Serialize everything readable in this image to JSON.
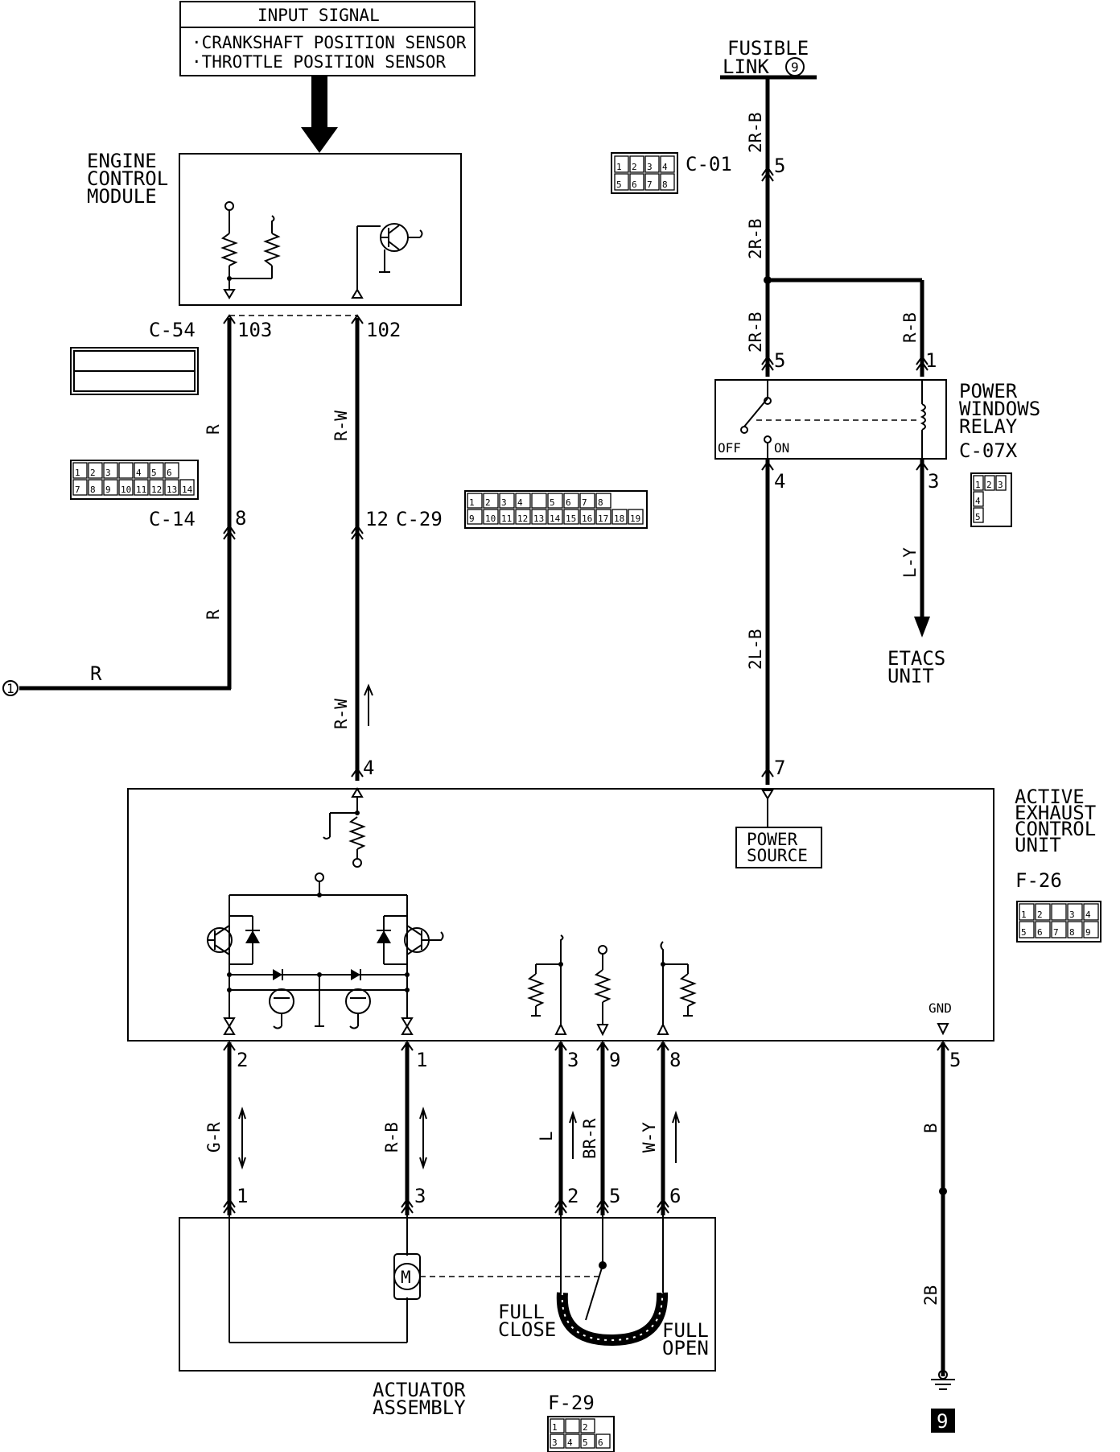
{
  "input_box": {
    "title": "INPUT SIGNAL",
    "line1": "·CRANKSHAFT POSITION SENSOR",
    "line2": "·THROTTLE POSITION SENSOR"
  },
  "ecm": {
    "line1": "ENGINE",
    "line2": "CONTROL",
    "line3": "MODULE"
  },
  "fusible": {
    "line1": "FUSIBLE",
    "line2": "LINK",
    "num": "9"
  },
  "connectors": {
    "c01": "C-01",
    "c54": "C-54",
    "c14": "C-14",
    "c29": "C-29",
    "c07x": "C-07X",
    "f26": "F-26",
    "f29": "F-29"
  },
  "pins": {
    "ecm_103": "103",
    "ecm_102": "102",
    "c14_8": "8",
    "c29_12": "12",
    "fl_5": "5",
    "relay_5": "5",
    "relay_1": "1",
    "relay_4": "4",
    "relay_3": "3",
    "aecu_4": "4",
    "aecu_7": "7",
    "aecu_2": "2",
    "aecu_1": "1",
    "aecu_3": "3",
    "aecu_9": "9",
    "aecu_8": "8",
    "aecu_5": "5",
    "act_1": "1",
    "act_3": "3",
    "act_2": "2",
    "act_5": "5",
    "act_6": "6"
  },
  "wires": {
    "r1": "R",
    "r2": "R",
    "r3": "R",
    "rw1": "R-W",
    "rw2": "R-W",
    "w2rb1": "2R-B",
    "w2rb2": "2R-B",
    "w2rb3": "2R-B",
    "rb_relay": "R-B",
    "w2lb": "2L-B",
    "ly": "L-Y",
    "gr": "G-R",
    "rb": "R-B",
    "l": "L",
    "brr": "BR-R",
    "wy": "W-Y",
    "b": "B",
    "b2": "2B"
  },
  "relay": {
    "line1": "POWER",
    "line2": "WINDOWS",
    "line3": "RELAY",
    "off": "OFF",
    "on": "ON"
  },
  "etacs": {
    "line1": "ETACS",
    "line2": "UNIT"
  },
  "aecu": {
    "line1": "ACTIVE",
    "line2": "EXHAUST",
    "line3": "CONTROL",
    "line4": "UNIT",
    "power1": "POWER",
    "power2": "SOURCE",
    "gnd": "GND"
  },
  "actuator": {
    "line1": "ACTUATOR",
    "line2": "ASSEMBLY",
    "motor": "M",
    "full_close1": "FULL",
    "full_close2": "CLOSE",
    "full_open1": "FULL",
    "full_open2": "OPEN"
  },
  "ground_ref": "9",
  "circle_ref": "1",
  "c01_pins": [
    [
      "1",
      "2",
      "3",
      "4"
    ],
    [
      "5",
      "6",
      "7",
      "8"
    ]
  ],
  "c14_pins": [
    [
      "1",
      "2",
      "3",
      "",
      "4",
      "5",
      "6"
    ],
    [
      "7",
      "8",
      "9",
      "10",
      "11",
      "12",
      "13",
      "14"
    ]
  ],
  "c29_pins": [
    [
      "1",
      "2",
      "3",
      "4",
      "",
      "5",
      "6",
      "7",
      "8"
    ],
    [
      "9",
      "10",
      "11",
      "12",
      "13",
      "14",
      "15",
      "16",
      "17",
      "18",
      "19"
    ]
  ],
  "c07x_pins": [
    [
      "1",
      "2",
      "3"
    ],
    [
      "4"
    ],
    [
      "5"
    ]
  ],
  "f26_pins": [
    [
      "1",
      "2",
      "",
      "3",
      "4"
    ],
    [
      "5",
      "6",
      "7",
      "8",
      "9"
    ]
  ],
  "f29_pins": [
    [
      "1",
      "",
      "2"
    ],
    [
      "3",
      "4",
      "5",
      "6"
    ]
  ]
}
